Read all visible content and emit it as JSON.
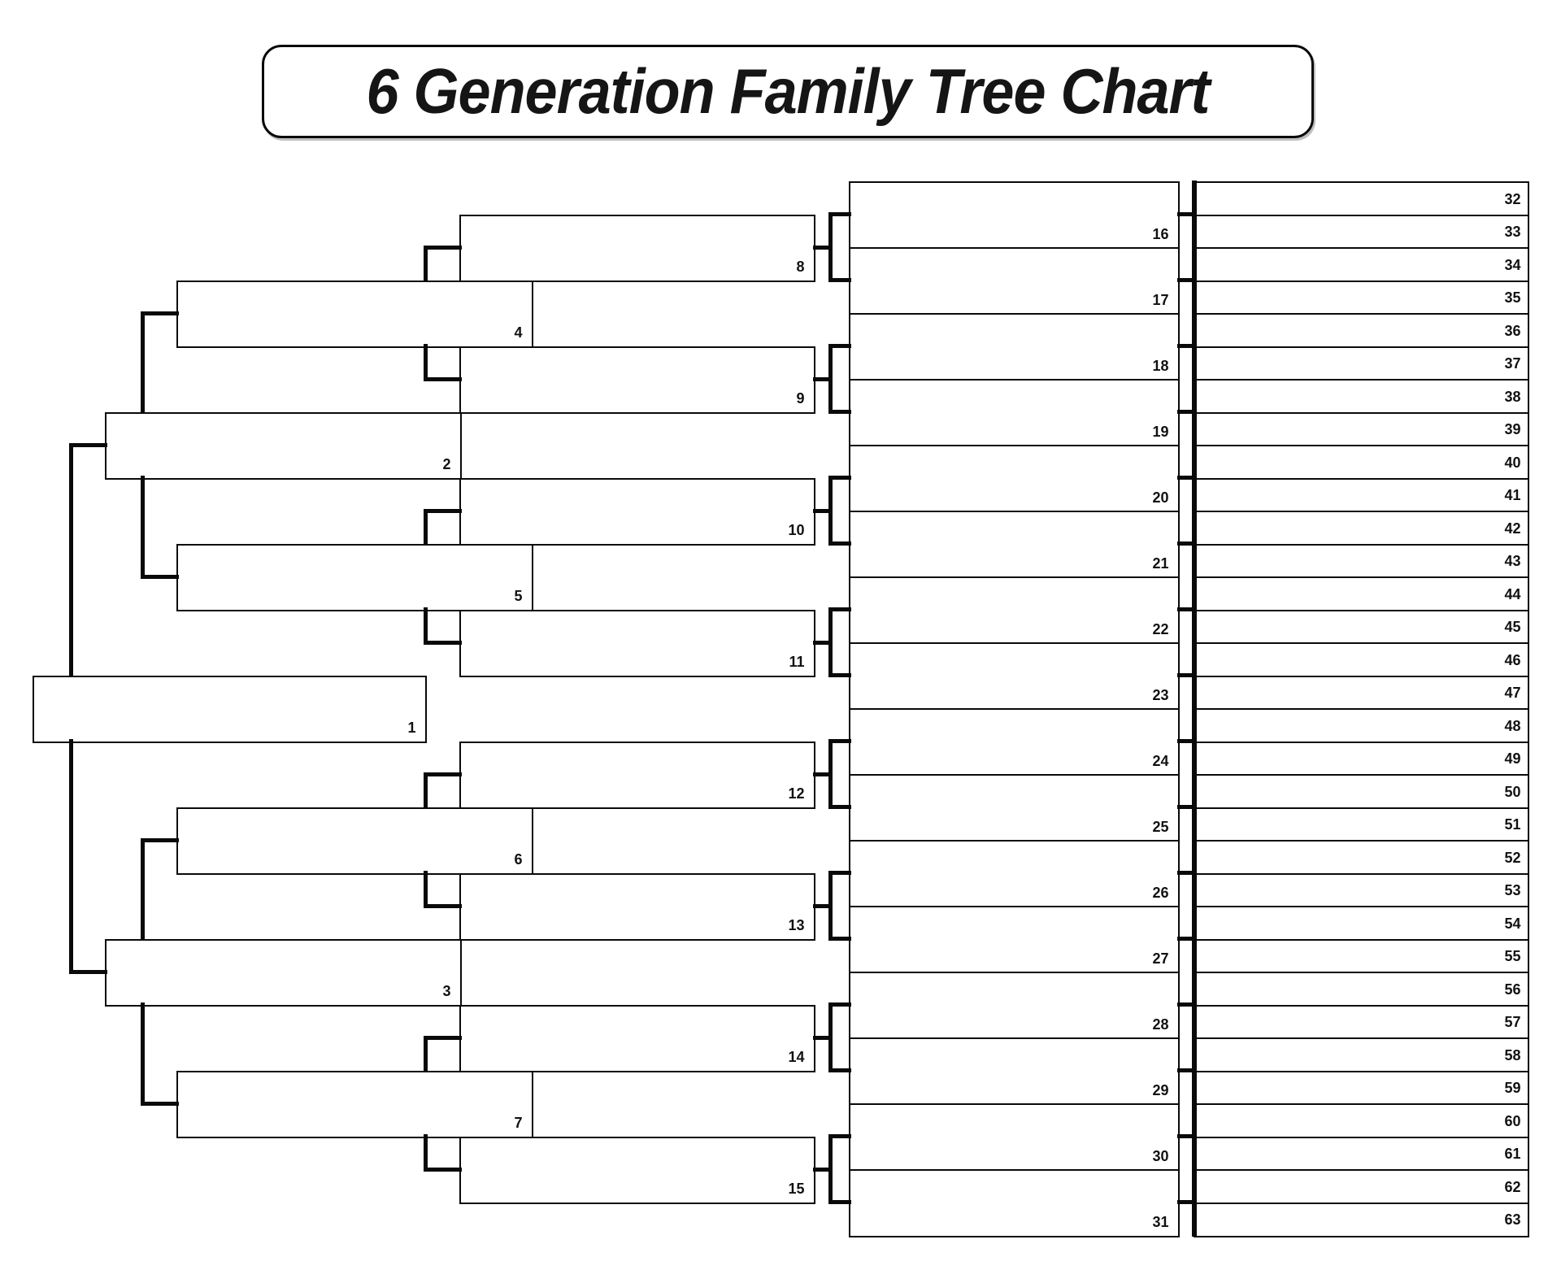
{
  "title": "6 Generation Family Tree Chart",
  "colors": {
    "line": "#0a0a0a",
    "background": "#ffffff",
    "text": "#111111"
  },
  "tree": {
    "generations": [
      {
        "name": "generation-1",
        "ids": [
          1
        ]
      },
      {
        "name": "generation-2",
        "ids": [
          2,
          3
        ]
      },
      {
        "name": "generation-3",
        "ids": [
          4,
          5,
          6,
          7
        ]
      },
      {
        "name": "generation-4",
        "ids": [
          8,
          9,
          10,
          11,
          12,
          13,
          14,
          15
        ]
      },
      {
        "name": "generation-5",
        "ids": [
          16,
          17,
          18,
          19,
          20,
          21,
          22,
          23,
          24,
          25,
          26,
          27,
          28,
          29,
          30,
          31
        ]
      },
      {
        "name": "generation-6",
        "ids": [
          32,
          33,
          34,
          35,
          36,
          37,
          38,
          39,
          40,
          41,
          42,
          43,
          44,
          45,
          46,
          47,
          48,
          49,
          50,
          51,
          52,
          53,
          54,
          55,
          56,
          57,
          58,
          59,
          60,
          61,
          62,
          63
        ]
      }
    ]
  }
}
